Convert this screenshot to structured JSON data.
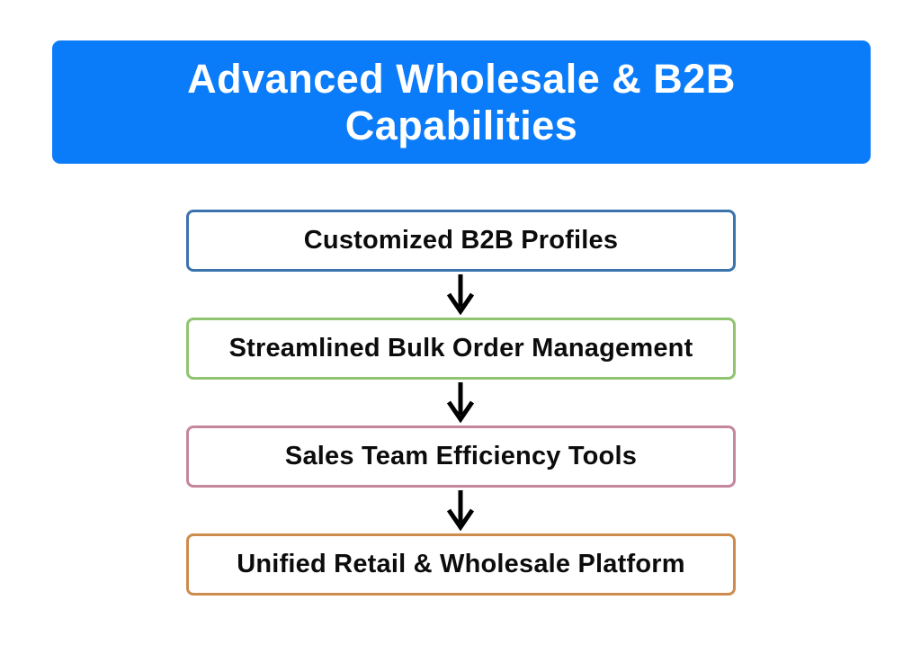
{
  "header": {
    "title_lines": [
      "Advanced Wholesale & B2B",
      "Capabilities"
    ],
    "bg_color": "#0b7cf9",
    "text_color": "#ffffff"
  },
  "flow": {
    "steps": [
      {
        "label": "Customized B2B Profiles",
        "border_color": "#3b73ad"
      },
      {
        "label": "Streamlined Bulk Order Management",
        "border_color": "#90c46e"
      },
      {
        "label": "Sales Team Efficiency Tools",
        "border_color": "#c4879e"
      },
      {
        "label": "Unified Retail & Wholesale Platform",
        "border_color": "#cd8c4e"
      }
    ],
    "arrow_color": "#000000"
  }
}
